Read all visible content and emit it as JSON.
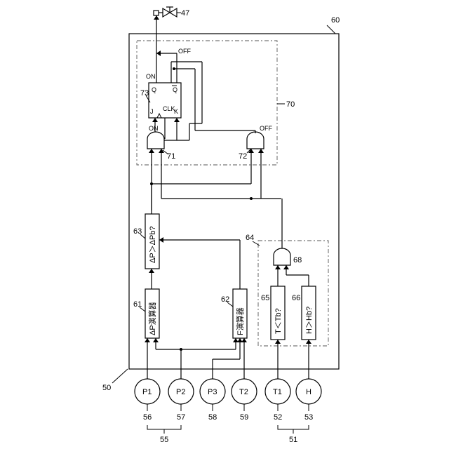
{
  "sensors": [
    {
      "label": "P1",
      "ref": "56"
    },
    {
      "label": "P2",
      "ref": "57"
    },
    {
      "label": "P3",
      "ref": "58"
    },
    {
      "label": "T2",
      "ref": "59"
    },
    {
      "label": "T1",
      "ref": "52"
    },
    {
      "label": "H",
      "ref": "53"
    }
  ],
  "group_refs": {
    "pressure_group": "55",
    "env_group": "51"
  },
  "blocks": {
    "dp_calc": {
      "label": "ΔP演算器",
      "ref": "61"
    },
    "f_calc": {
      "label": "F演算器",
      "ref": "62"
    },
    "dp_cmp": {
      "label": "ΔP＞ΔPb?",
      "ref": "63"
    },
    "t_cmp": {
      "label": "T＜Tb?",
      "ref": "65"
    },
    "h_cmp": {
      "label": "H＞Hb?",
      "ref": "66"
    }
  },
  "gates": {
    "and_68": "68",
    "and_71": "71",
    "and_72": "72"
  },
  "flipflop": {
    "ref": "73",
    "pin_j": "J",
    "pin_clk": "CLK",
    "pin_k": "K",
    "pin_q": "Q",
    "pin_qbar": "Q"
  },
  "labels": {
    "on_q": "ON",
    "off_top": "OFF",
    "on_gate": "ON",
    "off_gate": "OFF"
  },
  "refs": {
    "controller": "60",
    "unit": "50",
    "logic_box": "70",
    "cond_box": "64",
    "valve": "47"
  }
}
